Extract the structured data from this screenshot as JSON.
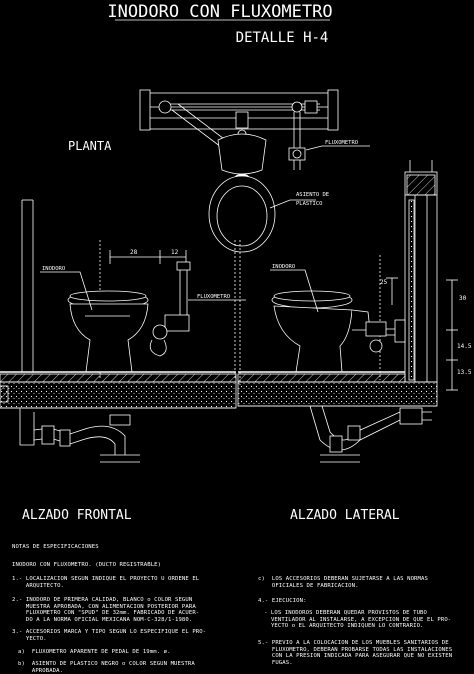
{
  "title": {
    "main": "INODORO CON FLUXOMETRO",
    "detail": "DETALLE H-4"
  },
  "views": {
    "plan": "PLANTA",
    "front": "ALZADO FRONTAL",
    "side": "ALZADO LATERAL"
  },
  "labels": {
    "fluxometro_plan": "FLUXOMETRO",
    "asiento_1": "ASIENTO DE",
    "asiento_2": "PLASTICO",
    "inodoro_front": "INODORO",
    "fluxometro_front": "FLUXOMETRO",
    "inodoro_side": "INODORO"
  },
  "dimensions": {
    "d28": "28",
    "d12": "12",
    "d25": "25",
    "d30": "30",
    "d14_5": "14.5",
    "d13_5": "13.5"
  },
  "notes": {
    "heading": "NOTAS DE ESPECIFICACIONES",
    "subheading": "INODORO CON FLUXOMETRO. (DUCTO REGISTRABLE)",
    "n1": "1.- LOCALIZACION SEGUN INDIQUE EL PROYECTO U ORDENE EL\n    ARQUITECTO.",
    "n2": "2.- INODORO DE PRIMERA CALIDAD, BLANCO o COLOR SEGUN\n    MUESTRA APROBADA, CON ALIMENTACION POSTERIOR PARA\n    FLUXOMETRO CON \"SPUD\" DE 32mm. FABRICADO DE ACUER-\n    DO A LA NORMA OFICIAL MEXICANA NOM-C-328/1-1980.",
    "n3": "3.- ACCESORIOS MARCA Y TIPO SEGUN LO ESPECIFIQUE EL PRO-\n    YECTO.",
    "na": "a)  FLUXOMETRO APARENTE DE PEDAL DE 19mm. ø.",
    "nb": "b)  ASIENTO DE PLASTICO NEGRO o COLOR SEGUN MUESTRA\n    APROBADA.",
    "nc": "c)  LOS ACCESORIOS DEBERAN SUJETARSE A LAS NORMAS\n    OFICIALES DE FABRICACION.",
    "n4": "4.- EJECUCION:",
    "n4t": "- LOS INODOROS DEBERAN QUEDAR PROVISTOS DE TUBO\n  VENTILADOR AL INSTALARSE, A EXCEPCION DE QUE EL PRO-\n  YECTO o EL ARQUITECTO INDIQUEN LO CONTRARIO.",
    "n5": "5.- PREVIO A LA COLOCACION DE LOS MUEBLES SANITARIOS DE\n    FLUXOMETRO, DEBERAN PROBARSE TODAS LAS INSTALACIONES\n    CON LA PRESION INDICADA PARA ASEGURAR QUE NO EXISTEN\n    FUGAS."
  }
}
